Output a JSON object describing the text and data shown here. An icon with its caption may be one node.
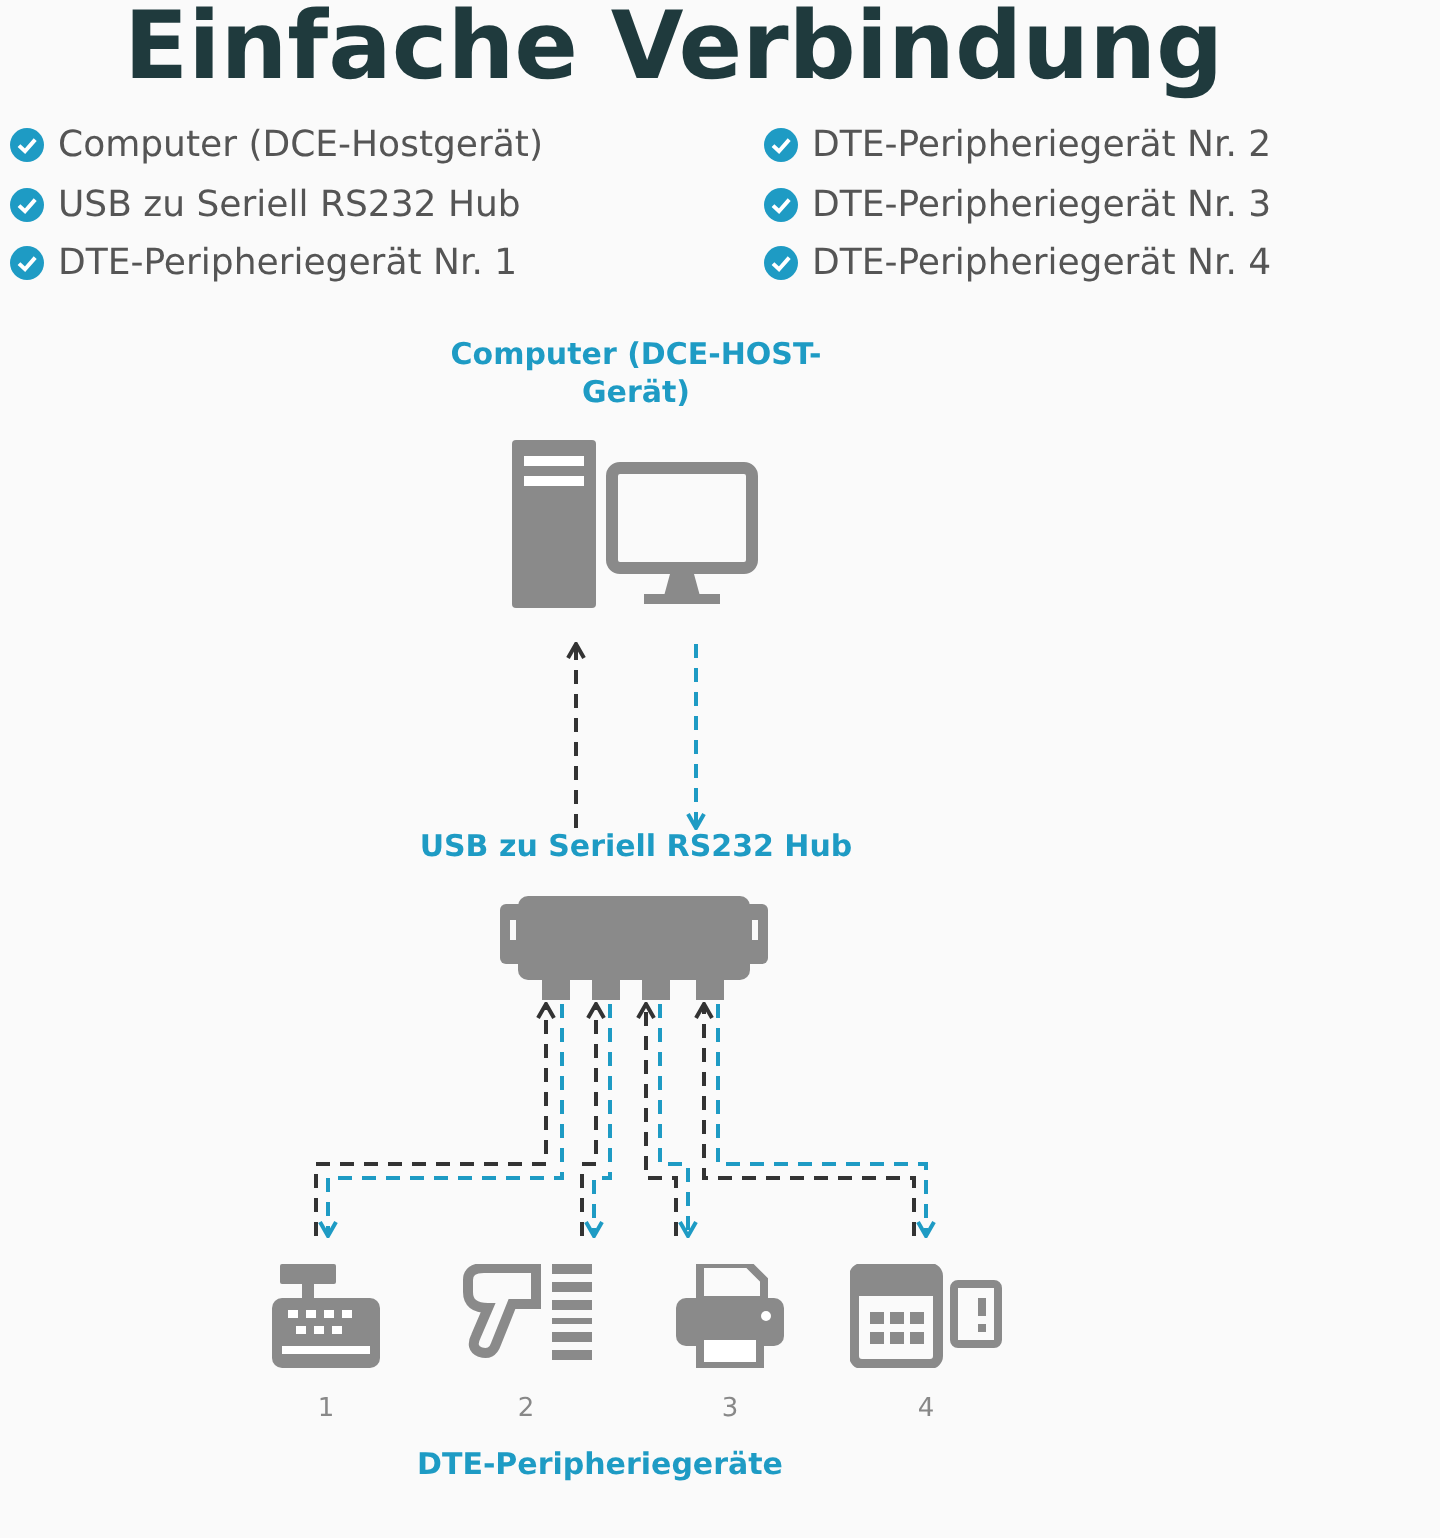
{
  "diagram": {
    "title": "Einfache Verbindung",
    "nodes": [
      {
        "text": [
          "Computer (DCE-HOST-Gerät)"
        ]
      },
      {
        "text": [
          "USB zu Seriell RS232 Hub"
        ]
      },
      {
        "text": [
          "1"
        ]
      },
      {
        "text": [
          "2"
        ]
      },
      {
        "text": [
          "3"
        ]
      },
      {
        "text": [
          "4"
        ]
      }
    ],
    "edges": [
      {
        "from": 1,
        "to": 0,
        "arrow": "to",
        "style": "dashed",
        "color": "#333333"
      },
      {
        "from": 0,
        "to": 1,
        "arrow": "to",
        "style": "dashed",
        "color": "#1e9bc4"
      },
      {
        "from": 2,
        "to": 1,
        "arrow": "to",
        "style": "dashed",
        "color": "#333333"
      },
      {
        "from": 1,
        "to": 2,
        "arrow": "to",
        "style": "dashed",
        "color": "#1e9bc4"
      },
      {
        "from": 3,
        "to": 1,
        "arrow": "to",
        "style": "dashed",
        "color": "#333333"
      },
      {
        "from": 1,
        "to": 3,
        "arrow": "to",
        "style": "dashed",
        "color": "#1e9bc4"
      },
      {
        "from": 4,
        "to": 1,
        "arrow": "to",
        "style": "dashed",
        "color": "#333333"
      },
      {
        "from": 1,
        "to": 4,
        "arrow": "to",
        "style": "dashed",
        "color": "#1e9bc4"
      },
      {
        "from": 5,
        "to": 1,
        "arrow": "to",
        "style": "dashed",
        "color": "#333333"
      },
      {
        "from": 1,
        "to": 5,
        "arrow": "to",
        "style": "dashed",
        "color": "#1e9bc4"
      }
    ],
    "labels": [
      "Computer (DCE-Hostgerät)",
      "USB zu Seriell RS232 Hub",
      "DTE-Peripheriegerät Nr. 1",
      "DTE-Peripheriegerät Nr. 2",
      "DTE-Peripheriegerät Nr. 3",
      "DTE-Peripheriegerät Nr. 4",
      "DTE-Peripheriegeräte"
    ]
  }
}
